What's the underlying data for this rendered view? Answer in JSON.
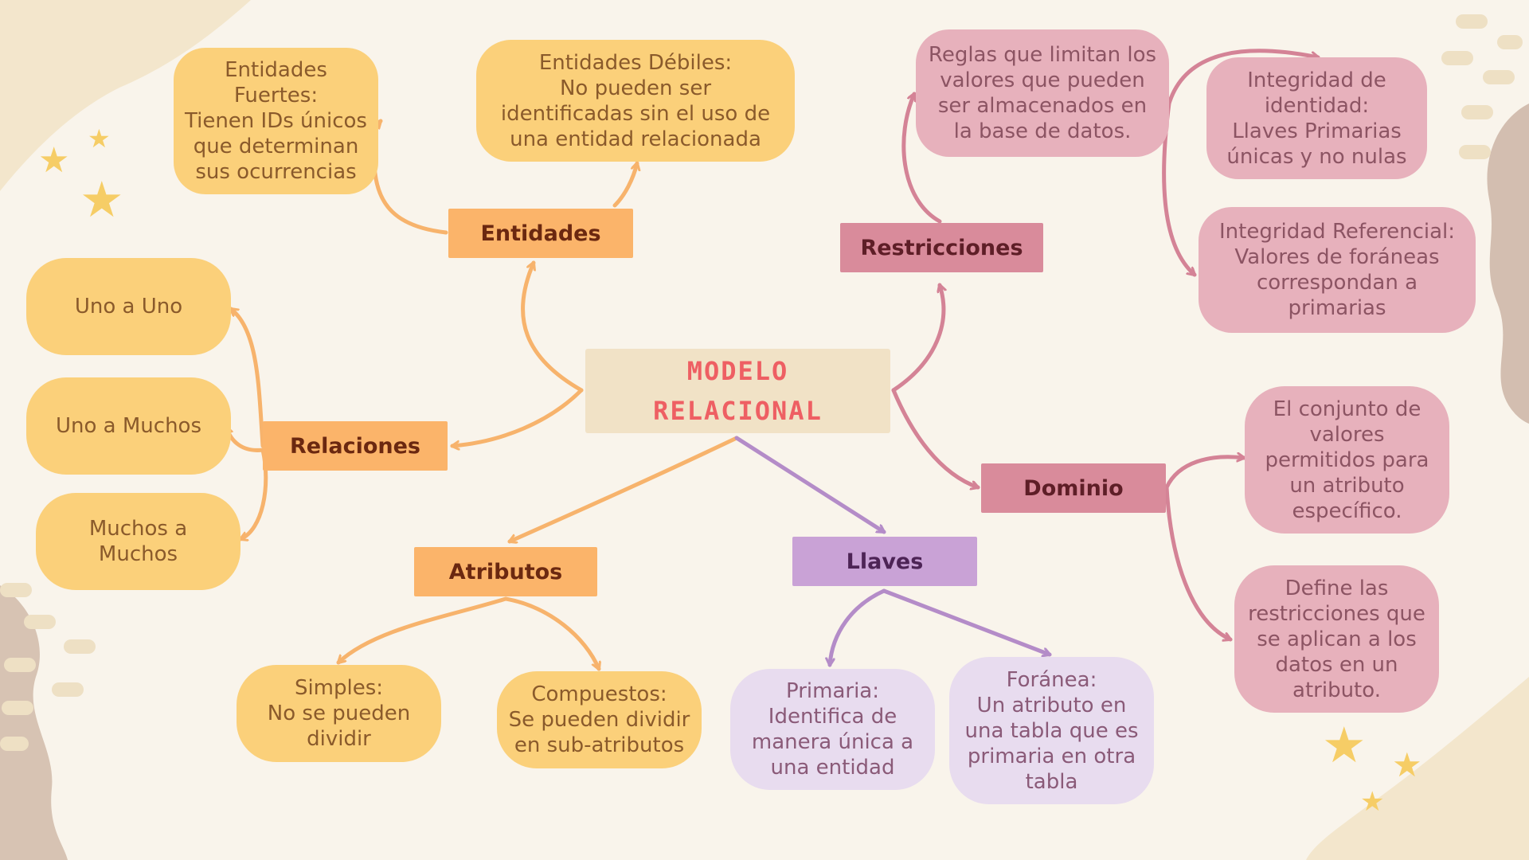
{
  "colors": {
    "background": "#f9f4eb",
    "title": "#ee5f63",
    "orange_branch": "#f7b36c",
    "rose_branch": "#d48396",
    "violet_branch": "#b48cc8"
  },
  "center": {
    "line1": "MODELO",
    "line2": "RELACIONAL"
  },
  "topics": {
    "entidades": "Entidades",
    "relaciones": "Relaciones",
    "atributos": "Atributos",
    "llaves": "Llaves",
    "restricciones": "Restricciones",
    "dominio": "Dominio"
  },
  "entidades": {
    "fuertes": [
      "Entidades",
      "Fuertes:",
      "Tienen IDs únicos",
      "que determinan",
      "sus ocurrencias"
    ],
    "debiles": [
      "Entidades Débiles:",
      "No pueden ser",
      "identificadas sin el uso de",
      "una entidad relacionada"
    ]
  },
  "relaciones": {
    "uno_a_uno": [
      "Uno a Uno"
    ],
    "uno_a_muchos": [
      "Uno a Muchos"
    ],
    "muchos_a_muchos": [
      "Muchos a",
      "Muchos"
    ]
  },
  "atributos": {
    "simples": [
      "Simples:",
      "No se pueden",
      "dividir"
    ],
    "compuestos": [
      "Compuestos:",
      "Se pueden dividir",
      "en sub-atributos"
    ]
  },
  "llaves": {
    "primaria": [
      "Primaria:",
      "Identifica de",
      "manera única a",
      "una entidad"
    ],
    "foranea": [
      "Foránea:",
      "Un atributo en",
      "una tabla que es",
      "primaria en otra",
      "tabla"
    ]
  },
  "restricciones": {
    "reglas": [
      "Reglas que limitan los",
      "valores que pueden",
      "ser almacenados en",
      "la base de datos."
    ],
    "identidad": [
      "Integridad de",
      "identidad:",
      "Llaves Primarias",
      "únicas y no nulas"
    ],
    "referencial": [
      "Integridad Referencial:",
      "Valores de foráneas",
      "correspondan a",
      "primarias"
    ]
  },
  "dominio": {
    "conjunto": [
      "El conjunto de",
      "valores",
      "permitidos para",
      "un atributo",
      "específico."
    ],
    "define": [
      "Define las",
      "restricciones que",
      "se aplican a los",
      "datos en un",
      "atributo."
    ]
  }
}
